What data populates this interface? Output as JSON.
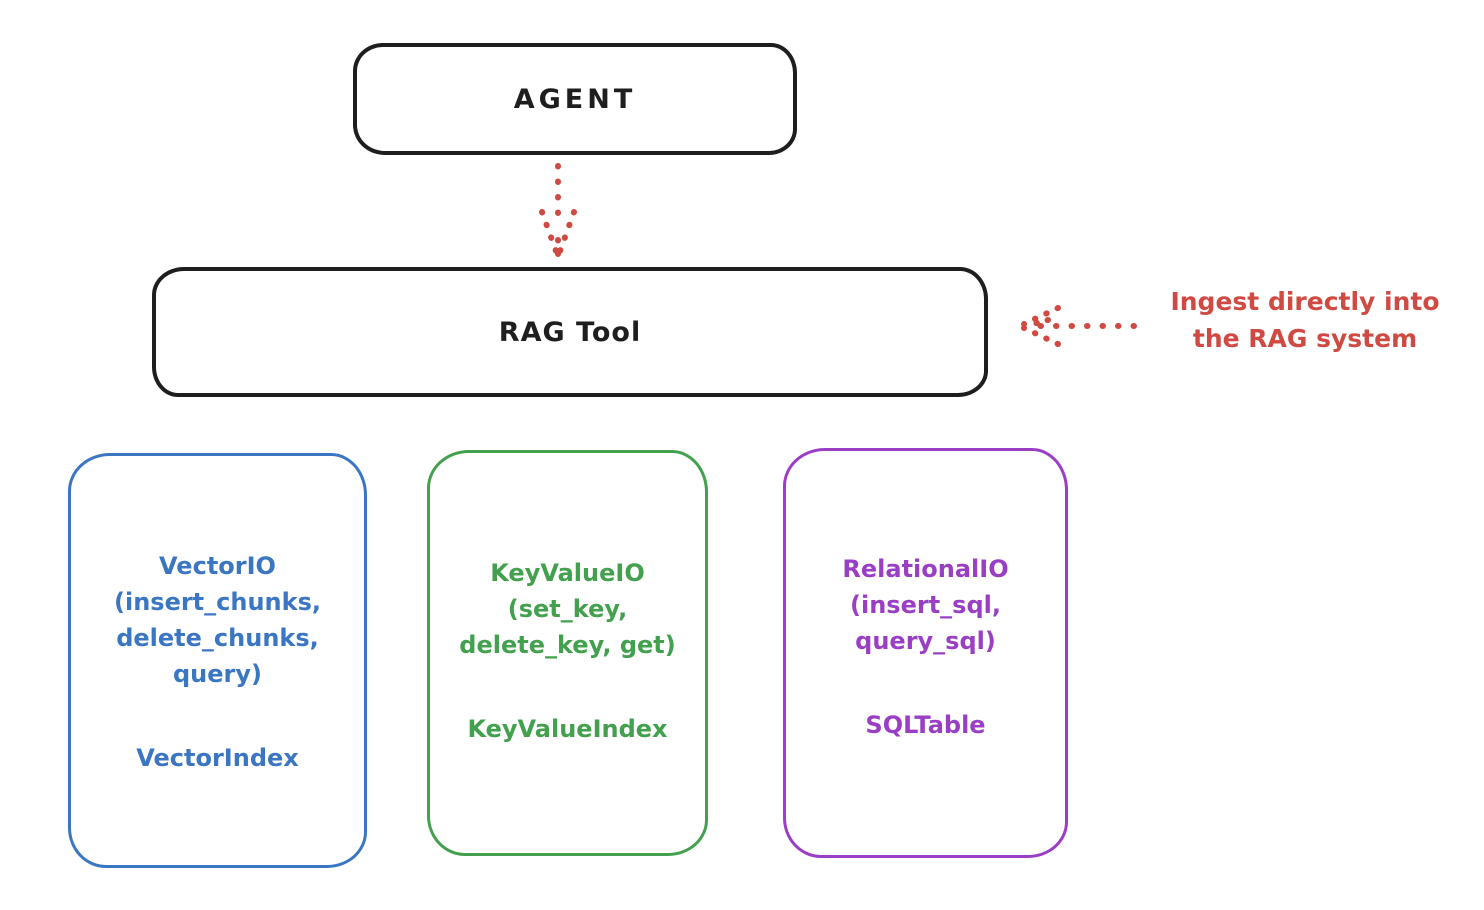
{
  "diagram": {
    "agent": {
      "label": "AGENT"
    },
    "rag_tool": {
      "label": "RAG Tool"
    },
    "annotation": {
      "line1": "Ingest directly into",
      "line2": "the RAG system",
      "color": "#cf4a42"
    },
    "io_boxes": [
      {
        "id": "vector-io",
        "color": "#3b76c2",
        "lines": [
          "VectorIO",
          "(insert_chunks,",
          "delete_chunks,",
          "query)"
        ],
        "index_label": "VectorIndex"
      },
      {
        "id": "keyvalue-io",
        "color": "#43a04e",
        "lines": [
          "KeyValueIO",
          "(set_key,",
          "delete_key, get)"
        ],
        "index_label": "KeyValueIndex"
      },
      {
        "id": "relational-io",
        "color": "#9a3fc5",
        "lines": [
          "RelationalIO",
          "(insert_sql,",
          "query_sql)"
        ],
        "index_label": "SQLTable"
      }
    ],
    "colors": {
      "node_stroke": "#1e1e1e",
      "arrow": "#cf4a42"
    }
  }
}
